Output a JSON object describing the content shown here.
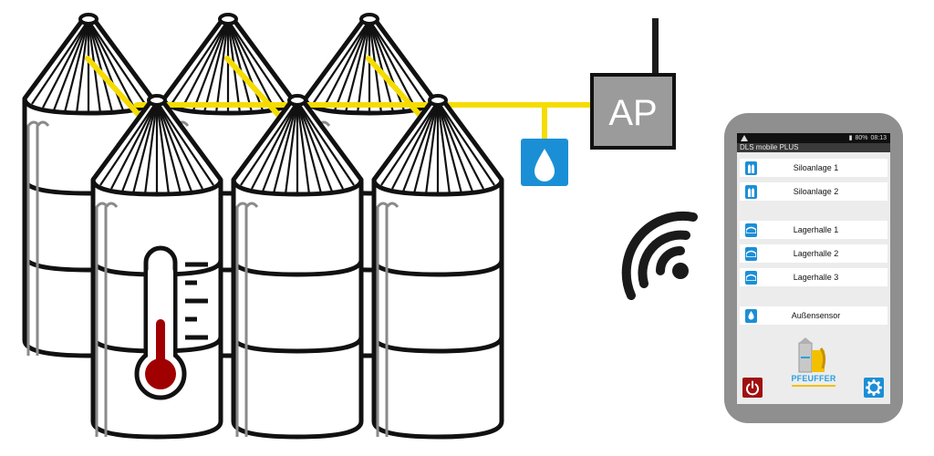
{
  "ap": {
    "label": "AP"
  },
  "phone": {
    "status": {
      "signal_text": "80%",
      "time": "08:13"
    },
    "app_title": "DLS mobile PLUS",
    "items": [
      {
        "label": "Siloanlage 1",
        "icon": "silo-icon"
      },
      {
        "label": "Siloanlage 2",
        "icon": "silo-icon"
      },
      {
        "label": "Lagerhalle 1",
        "icon": "warehouse-icon"
      },
      {
        "label": "Lagerhalle 2",
        "icon": "warehouse-icon"
      },
      {
        "label": "Lagerhalle 3",
        "icon": "warehouse-icon"
      },
      {
        "label": "Außensensor",
        "icon": "drop-icon"
      }
    ],
    "logo_text": "PFEUFFER"
  },
  "colors": {
    "cable": "#f5dc00",
    "ap_box": "#9b9b9b",
    "accent_blue": "#1b8fd6",
    "thermo_red": "#a00000",
    "phone_body": "#8f8f8f"
  }
}
